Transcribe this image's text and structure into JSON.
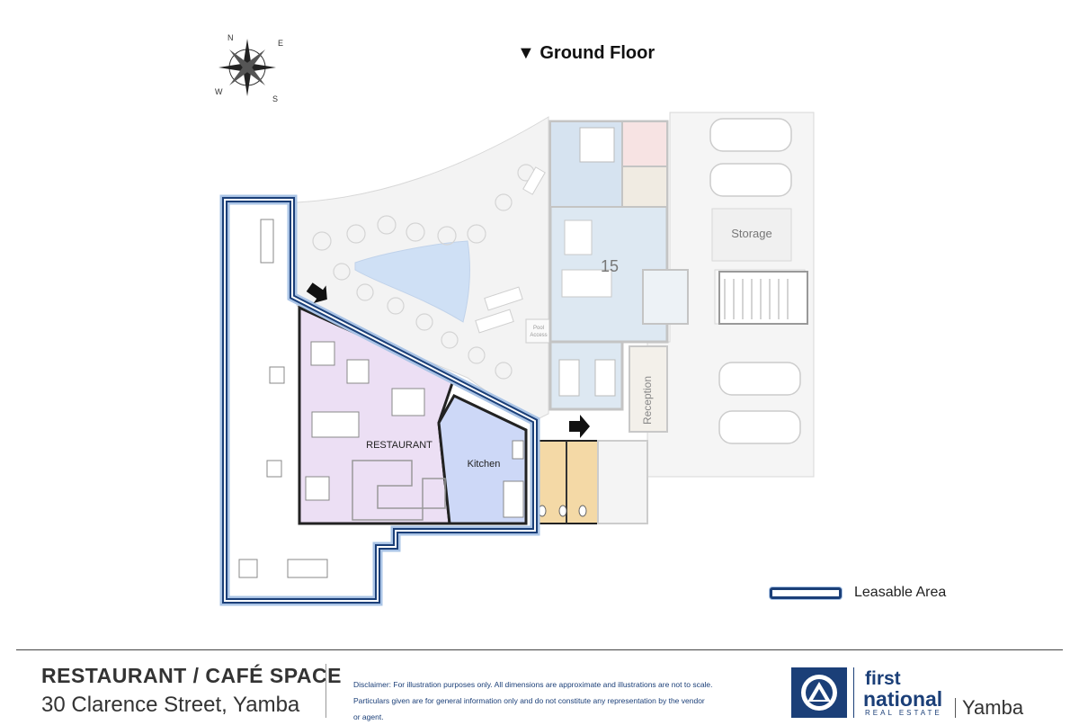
{
  "floor": {
    "title": "Ground Floor",
    "marker": "▼"
  },
  "rooms": {
    "restaurant": "RESTAURANT",
    "kitchen": "Kitchen",
    "unit_number": "15",
    "storage": "Storage",
    "reception": "Reception",
    "pool_access_line1": "Pool",
    "pool_access_line2": "Access"
  },
  "compass": {
    "n": "N",
    "e": "E",
    "s": "S",
    "w": "W"
  },
  "legend": {
    "label": "Leasable Area"
  },
  "footer": {
    "title": "RESTAURANT / CAFÉ SPACE",
    "address": "30 Clarence Street, Yamba",
    "disclaimer_1": "Disclaimer: For illustration purposes only. All dimensions are approximate and illustrations are not to scale.",
    "disclaimer_2": "Particulars given are for general information only and do not constitute any representation by the vendor",
    "disclaimer_3": "or agent."
  },
  "brand": {
    "first": "first",
    "national": "national",
    "tagline": "REAL ESTATE",
    "location": "Yamba"
  },
  "colors": {
    "leasable_outline": "#1b3f78",
    "restaurant_fill": "#ecdff4",
    "kitchen_fill": "#cdd8f7",
    "toilets_fill": "#f4d9a6",
    "unit_fill": "#dde8f2",
    "pool_fill": "#cfe0f5"
  }
}
